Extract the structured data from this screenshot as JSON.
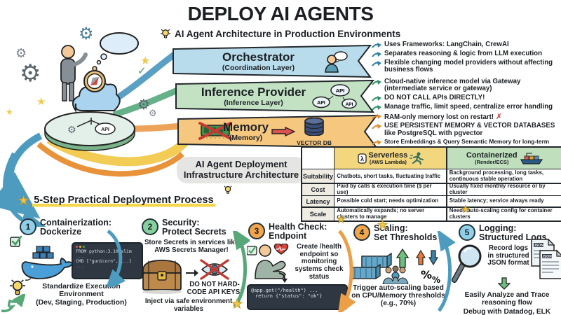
{
  "title": "DEPLOY AI AGENTS",
  "icons": {
    "star": "★",
    "check": "✓",
    "cross": "✗",
    "gear": "⚙",
    "percent": "%"
  },
  "palette": {
    "blue": "#4d9cc0",
    "green": "#57a878",
    "orange": "#ec9f46",
    "yellow": "#f2c94c",
    "red": "#cf4540"
  },
  "architecture": {
    "heading": "AI Agent Architecture in Production Environments",
    "layers": [
      {
        "name": "Orchestrator",
        "sublabel": "(Coordination Layer)",
        "color": "#b9dcec",
        "arrow_color": "#2d7fa6",
        "bullets": [
          "Uses Frameworks: LangChain, CrewAI",
          "Separates reasoning & logic from LLM execution",
          "Flexible changing model providers without affecting business flows"
        ]
      },
      {
        "name": "Inference Provider",
        "sublabel": "(Inference Layer)",
        "color": "#c3e2c4",
        "arrow_color": "#2f9168",
        "api_label": "API",
        "bullets": [
          "Cloud-native inference model via Gateway (intermediate service or gateway)",
          "DO NOT CALL APIs DIRECTLY!",
          "Manage traffic, limit speed, centralize error handling"
        ]
      },
      {
        "name": "Memory",
        "sublabel": "(Memory)",
        "color": "#f6c77f",
        "arrow_color": "#e08a2e",
        "vector_db_label": "VECTOR DB",
        "bullets": [
          "RAM-only memory lost on restart!",
          "USE PERSISTENT MEMORY & VECTOR DATABASES like PostgreSQL with pgvector",
          "Store Embeddings & Query Semantic Memory for long-term sessions"
        ]
      }
    ]
  },
  "infrastructure": {
    "heading_line1": "AI Agent Deployment",
    "heading_line2": "Infrastructure Architecture",
    "table": {
      "columns": [
        {
          "title": "Serverless",
          "subtitle": "(AWS Lambda)",
          "color": "#f3d77e"
        },
        {
          "title": "Containerized",
          "subtitle": "(Render/ECS)",
          "color": "#bfdfbd"
        }
      ],
      "rows": [
        {
          "label": "Suitability",
          "serverless": "Chatbots, short tasks, fluctuating traffic",
          "containerized": "Background processing, long tasks, continuous stable operation"
        },
        {
          "label": "Cost",
          "serverless": "Paid by calls & execution time ($ per use)",
          "containerized": "Usually fixed monthly resource or by cluster"
        },
        {
          "label": "Latency",
          "serverless": "Possible cold start; needs optimization",
          "containerized": "Stable latency; service always ready"
        },
        {
          "label": "Scale",
          "serverless": "Automatically expands; no server clusters to manage",
          "containerized": "Needs auto-scaling config for container clusters"
        }
      ]
    }
  },
  "process": {
    "heading": "5-Step Practical Deployment Process",
    "steps": [
      {
        "number": "1",
        "title": "Containerization:",
        "title2": "Dockerize",
        "circle_color": "#8fd0e8",
        "code": [
          "FROM python:3.10-slim",
          "...",
          "CMD [\"gunicorn\", ...]",
          "..."
        ],
        "caption": "Standardize Execution Environment",
        "caption2": "(Dev, Staging, Production)"
      },
      {
        "number": "2",
        "title": "Security:",
        "title2": "Protect Secrets",
        "circle_color": "#86cf9e",
        "note": "Store Secrets in services like AWS Secrets Manager!",
        "warning": "DO NOT HARD-CODE API KEYS!",
        "caption": "Inject via safe environment variables"
      },
      {
        "number": "3",
        "title": "Health Check:",
        "title2": "Endpoint",
        "circle_color": "#f2a54a",
        "note": "Create /health endpoint so monitoring systems check status",
        "code": [
          "@app.get(\"/health\") ...",
          "return {\"status\": \"ok\"}"
        ]
      },
      {
        "number": "4",
        "title": "Scaling:",
        "title2": "Set Thresholds",
        "circle_color": "#f2a54a",
        "caption": "Trigger auto-scaling based on CPU/Memory thresholds (e.g., 70%)"
      },
      {
        "number": "5",
        "title": "Logging:",
        "title2": "Structured Logs",
        "circle_color": "#8fd0e8",
        "note": "Record logs in structured JSON format",
        "doc_label": "JSON",
        "caption": "Easily Analyze and Trace reasoning flow",
        "caption2": "Debug with Datadog, ELK"
      }
    ]
  }
}
